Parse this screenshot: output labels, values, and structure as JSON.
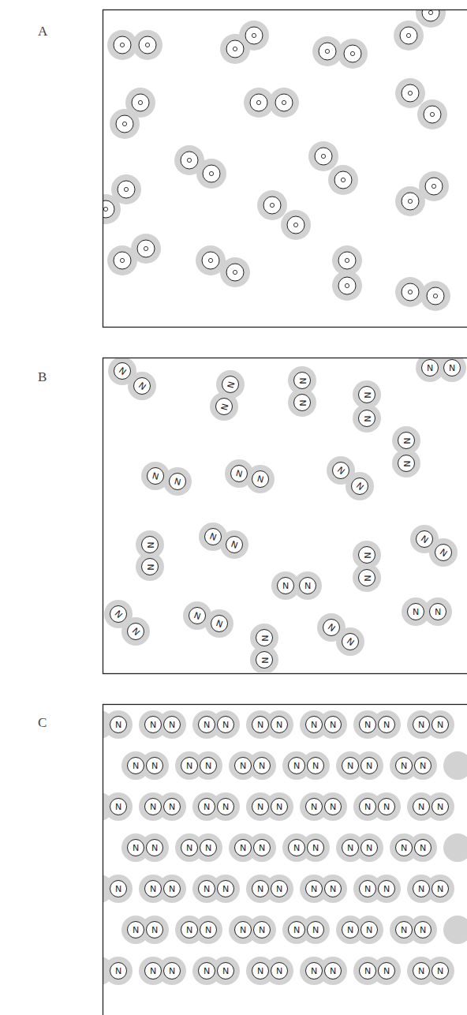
{
  "diagram": {
    "nodes": [
      {
        "text": [
          "N"
        ]
      },
      {
        "text": [
          "N"
        ]
      },
      {
        "text": [
          "N"
        ]
      },
      {
        "text": [
          "N"
        ]
      },
      {
        "text": [
          "N"
        ]
      },
      {
        "text": [
          "N"
        ]
      },
      {
        "text": [
          "N"
        ]
      },
      {
        "text": [
          "N"
        ]
      },
      {
        "text": [
          "N"
        ]
      },
      {
        "text": [
          "N"
        ]
      },
      {
        "text": [
          "N"
        ]
      },
      {
        "text": [
          "N"
        ]
      },
      {
        "text": [
          "N"
        ]
      },
      {
        "text": [
          "N"
        ]
      },
      {
        "text": [
          "N"
        ]
      },
      {
        "text": [
          "N"
        ]
      },
      {
        "text": [
          "N"
        ]
      },
      {
        "text": [
          "N"
        ]
      },
      {
        "text": [
          "N"
        ]
      },
      {
        "text": [
          "N"
        ]
      },
      {
        "text": [
          "N"
        ]
      },
      {
        "text": [
          "N"
        ]
      },
      {
        "text": [
          "N"
        ]
      },
      {
        "text": [
          "N"
        ]
      },
      {
        "text": [
          "N"
        ]
      },
      {
        "text": [
          "N"
        ]
      },
      {
        "text": [
          "N"
        ]
      },
      {
        "text": [
          "N"
        ]
      },
      {
        "text": [
          "N"
        ]
      },
      {
        "text": [
          "N"
        ]
      },
      {
        "text": [
          "N"
        ]
      },
      {
        "text": [
          "N"
        ]
      },
      {
        "text": [
          "N"
        ]
      },
      {
        "text": [
          "N"
        ]
      },
      {
        "text": [
          "N"
        ]
      },
      {
        "text": [
          "N"
        ]
      },
      {
        "text": [
          "N"
        ]
      },
      {
        "text": [
          "N"
        ]
      },
      {
        "text": [
          "N"
        ]
      },
      {
        "text": [
          "N"
        ]
      },
      {
        "text": [
          "N"
        ]
      },
      {
        "text": [
          "N"
        ]
      },
      {
        "text": [
          "N"
        ]
      },
      {
        "text": [
          "N"
        ]
      },
      {
        "text": [
          "N"
        ]
      },
      {
        "text": [
          "N"
        ]
      },
      {
        "text": [
          "N"
        ]
      },
      {
        "text": [
          "N"
        ]
      },
      {
        "text": [
          "N"
        ]
      },
      {
        "text": [
          "N"
        ]
      },
      {
        "text": [
          "N"
        ]
      },
      {
        "text": [
          "N"
        ]
      },
      {
        "text": [
          "N"
        ]
      },
      {
        "text": [
          "N"
        ]
      },
      {
        "text": [
          "N"
        ]
      },
      {
        "text": [
          "N"
        ]
      },
      {
        "text": [
          "N"
        ]
      },
      {
        "text": [
          "N"
        ]
      },
      {
        "text": [
          "N"
        ]
      },
      {
        "text": [
          "N"
        ]
      },
      {
        "text": [
          "N"
        ]
      },
      {
        "text": [
          "N"
        ]
      },
      {
        "text": [
          "N"
        ]
      },
      {
        "text": [
          "N"
        ]
      },
      {
        "text": [
          "N"
        ]
      },
      {
        "text": [
          "N"
        ]
      },
      {
        "text": [
          "N"
        ]
      },
      {
        "text": [
          "N"
        ]
      },
      {
        "text": [
          "N"
        ]
      },
      {
        "text": [
          "N"
        ]
      },
      {
        "text": [
          "N"
        ]
      },
      {
        "text": [
          "N"
        ]
      },
      {
        "text": [
          "N"
        ]
      },
      {
        "text": [
          "N"
        ]
      },
      {
        "text": [
          "N"
        ]
      },
      {
        "text": [
          "N"
        ]
      },
      {
        "text": [
          "N"
        ]
      },
      {
        "text": [
          "N"
        ]
      },
      {
        "text": [
          "N"
        ]
      },
      {
        "text": [
          "N"
        ]
      },
      {
        "text": [
          "N"
        ]
      },
      {
        "text": [
          "N"
        ]
      },
      {
        "text": [
          "N"
        ]
      },
      {
        "text": [
          "N"
        ]
      },
      {
        "text": [
          "N"
        ]
      },
      {
        "text": [
          "N"
        ]
      },
      {
        "text": [
          "N"
        ]
      },
      {
        "text": [
          "N"
        ]
      },
      {
        "text": [
          "N"
        ]
      },
      {
        "text": [
          "N"
        ]
      },
      {
        "text": [
          "N"
        ]
      },
      {
        "text": [
          "N"
        ]
      },
      {
        "text": [
          "N"
        ]
      },
      {
        "text": [
          "N"
        ]
      },
      {
        "text": [
          "N"
        ]
      },
      {
        "text": [
          "N"
        ]
      },
      {
        "text": [
          "N"
        ]
      },
      {
        "text": [
          "N"
        ]
      },
      {
        "text": [
          "N"
        ]
      },
      {
        "text": [
          "N"
        ]
      },
      {
        "text": [
          "N"
        ]
      },
      {
        "text": [
          "N"
        ]
      },
      {
        "text": [
          "N"
        ]
      },
      {
        "text": [
          "N"
        ]
      },
      {
        "text": [
          "N"
        ]
      },
      {
        "text": [
          "N"
        ]
      },
      {
        "text": [
          "N"
        ]
      },
      {
        "text": [
          "N"
        ]
      },
      {
        "text": [
          "N"
        ]
      },
      {
        "text": [
          "N"
        ]
      },
      {
        "text": [
          "N"
        ]
      },
      {
        "text": [
          "N"
        ]
      },
      {
        "text": [
          "N"
        ]
      },
      {
        "text": [
          "N"
        ]
      },
      {
        "text": [
          "N"
        ]
      },
      {
        "text": [
          "N"
        ]
      },
      {
        "text": [
          "N"
        ]
      },
      {
        "text": [
          "N"
        ]
      },
      {
        "text": [
          "N"
        ]
      },
      {
        "text": [
          "N"
        ]
      },
      {
        "text": [
          "N"
        ]
      },
      {
        "text": [
          "N"
        ]
      },
      {
        "text": [
          "N"
        ]
      },
      {
        "text": [
          "N"
        ]
      },
      {
        "text": [
          "N"
        ]
      },
      {
        "text": [
          "N"
        ]
      }
    ],
    "labels": [
      "A",
      "B",
      "C"
    ]
  }
}
